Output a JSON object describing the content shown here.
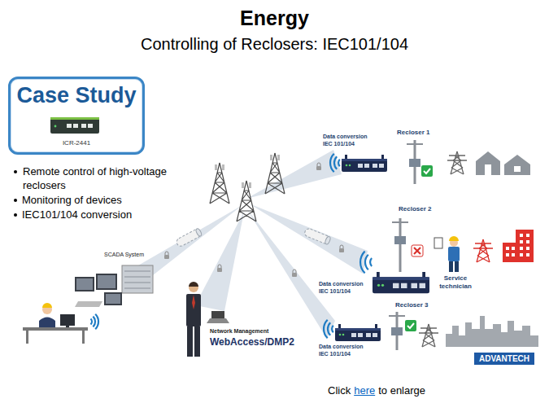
{
  "diagram": {
    "title": "Energy",
    "nodes": [
      {
        "text": [
          "Case Study",
          "ICR-2441"
        ]
      }
    ],
    "edges": [],
    "labels": [
      "Controlling of Reclosers: IEC101/104",
      "Remote control of high-voltage reclosers",
      "Monitoring of devices",
      "IEC101/104 conversion",
      "Data conversion IEC 101/104",
      "Recloser 1",
      "Recloser 2",
      "Service technician",
      "Data conversion IEC 101/104",
      "SCADA System",
      "Recloser 3",
      "Network Management",
      "WebAccess/DMP2",
      "Data conversion IEC 101/104",
      "ADVANTECH",
      "Click",
      "here",
      "to enlarge"
    ]
  }
}
